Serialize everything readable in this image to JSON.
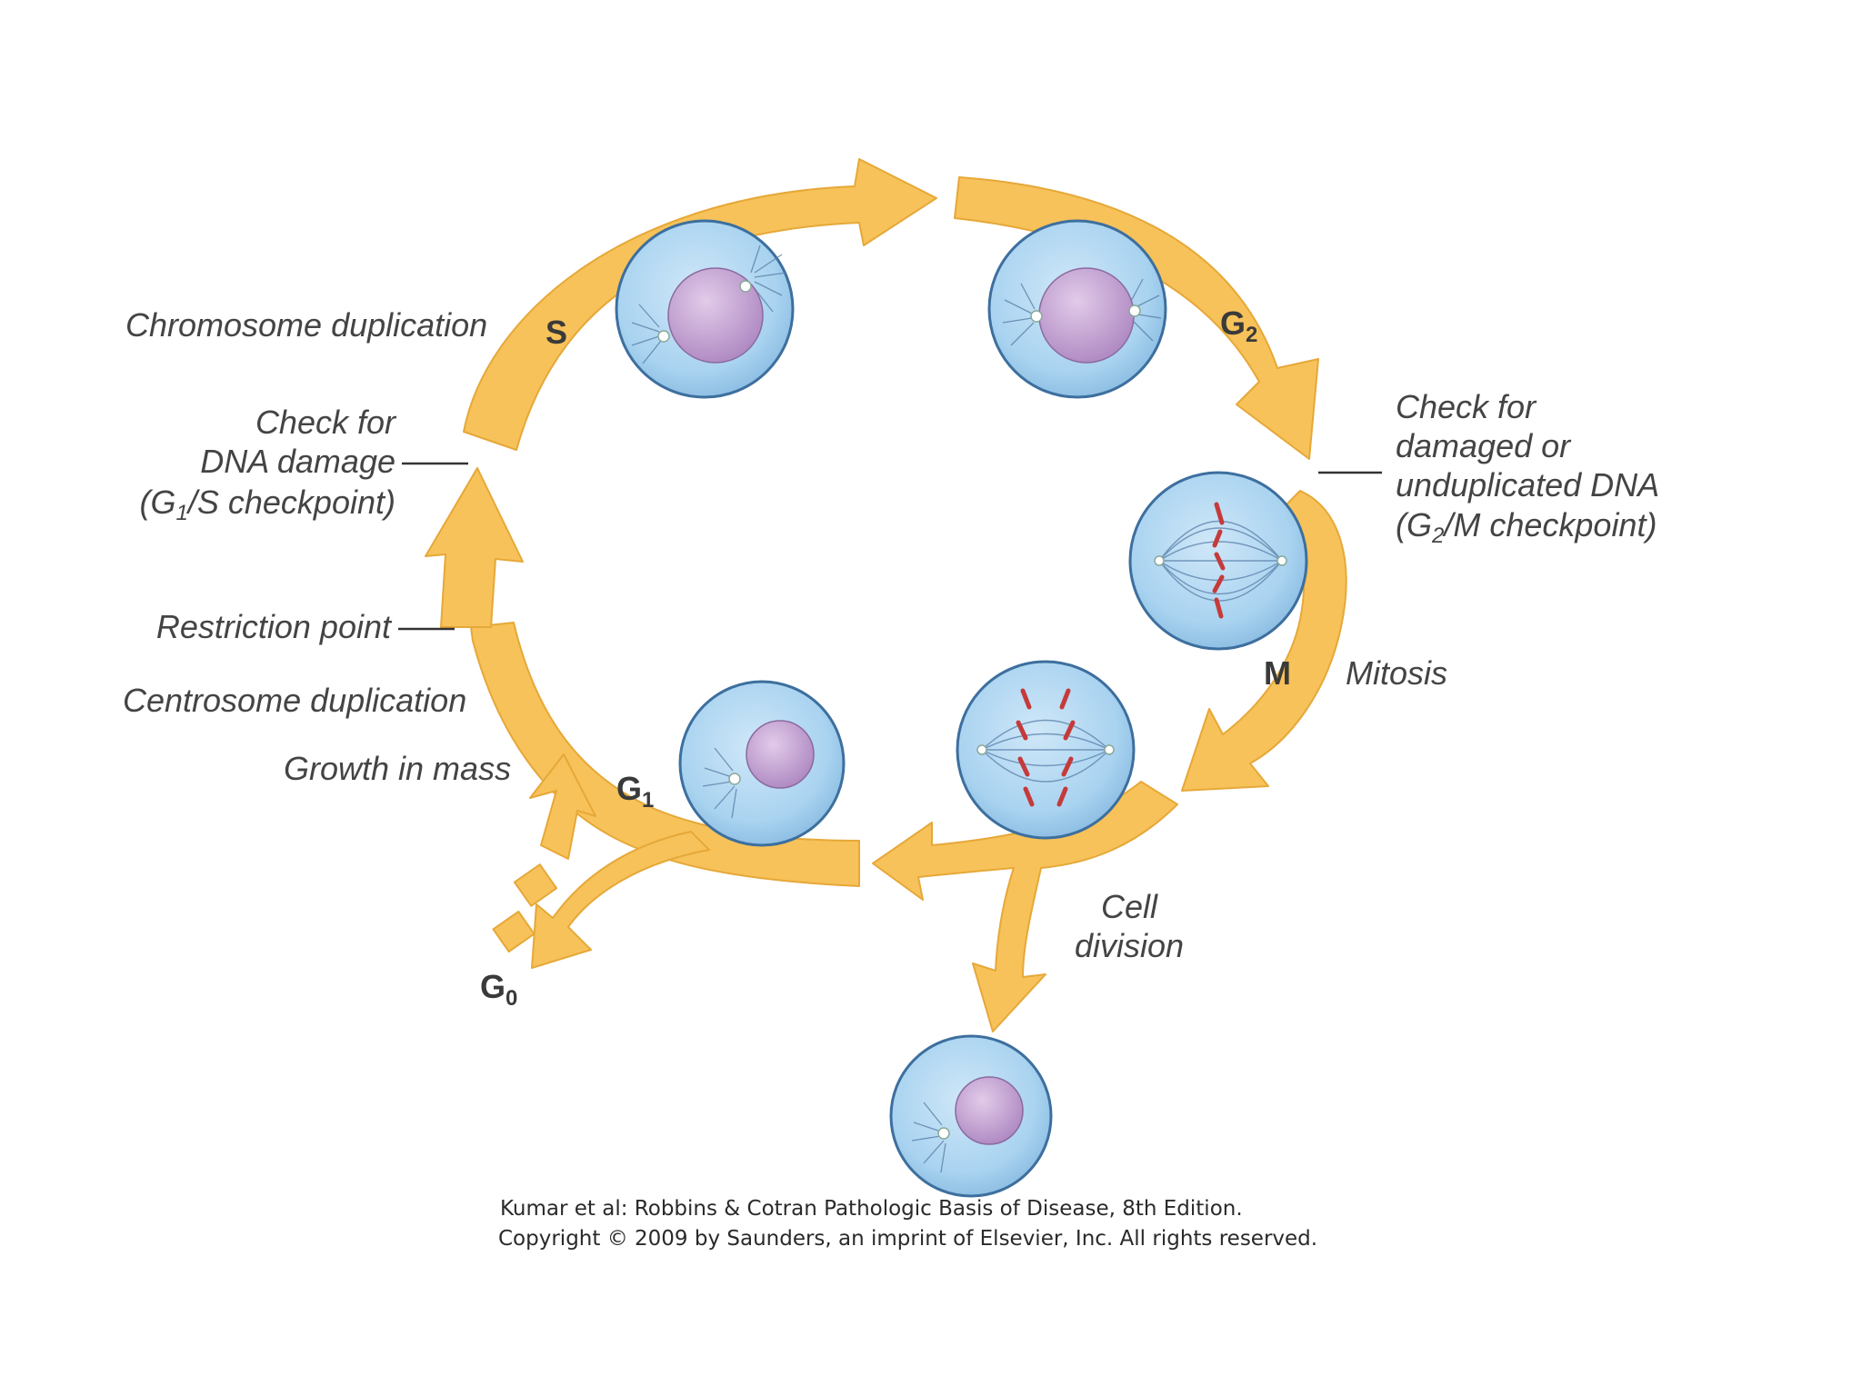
{
  "labels": {
    "chromosome_duplication": "Chromosome duplication",
    "check_dna_damage_1": "Check for",
    "check_dna_damage_2": "DNA damage",
    "g1s_checkpoint_open": "(G",
    "g1s_checkpoint_sub": "1",
    "g1s_checkpoint_rest": "/S checkpoint)",
    "restriction_point": "Restriction point",
    "centrosome_duplication": "Centrosome duplication",
    "growth_in_mass": "Growth in mass",
    "check_damaged_1": "Check for",
    "check_damaged_2": "damaged or",
    "check_damaged_3": "unduplicated DNA",
    "g2m_checkpoint_open": "(G",
    "g2m_checkpoint_sub": "2",
    "g2m_checkpoint_rest": "/M checkpoint)",
    "mitosis": "Mitosis",
    "cell_division_1": "Cell",
    "cell_division_2": "division"
  },
  "phases": {
    "s": "S",
    "g2_main": "G",
    "g2_sub": "2",
    "m": "M",
    "g1_main": "G",
    "g1_sub": "1",
    "g0_main": "G",
    "g0_sub": "0"
  },
  "caption": {
    "line1": "Kumar et al: Robbins & Cotran Pathologic Basis of Disease, 8th Edition.",
    "line2": "Copyright © 2009 by Saunders, an imprint of Elsevier, Inc. All rights reserved."
  },
  "colors": {
    "arrow_fill": "#f7c25a",
    "cell_fill": "#a9d3f0",
    "nucleus_fill": "#c49fd3",
    "chromosome": "#c53a3a"
  }
}
